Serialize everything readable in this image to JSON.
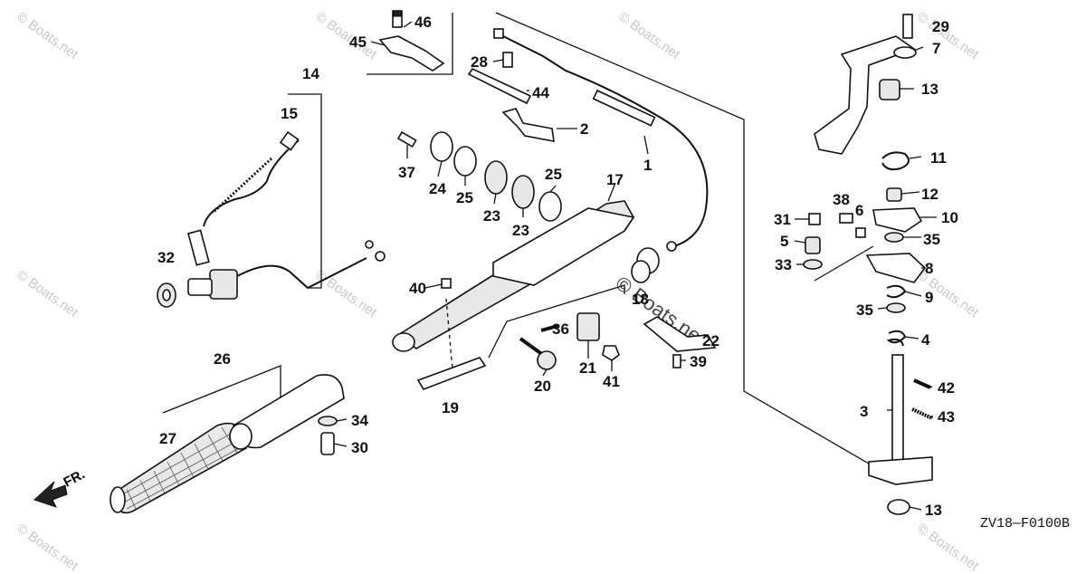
{
  "watermark": "© Boats.net",
  "drawing_code": "ZV18—F0100B",
  "front_label": "FR.",
  "callouts": {
    "p1": "1",
    "p2": "2",
    "p3": "3",
    "p4": "4",
    "p5": "5",
    "p6": "6",
    "p7": "7",
    "p8": "8",
    "p9": "9",
    "p10": "10",
    "p11": "11",
    "p12": "12",
    "p13a": "13",
    "p13b": "13",
    "p14": "14",
    "p15": "15",
    "p17": "17",
    "p18": "18",
    "p19": "19",
    "p20": "20",
    "p21": "21",
    "p22": "22",
    "p23a": "23",
    "p23b": "23",
    "p24": "24",
    "p25a": "25",
    "p25b": "25",
    "p26": "26",
    "p27": "27",
    "p28": "28",
    "p29": "29",
    "p30": "30",
    "p31": "31",
    "p32": "32",
    "p33": "33",
    "p34": "34",
    "p35a": "35",
    "p35b": "35",
    "p36": "36",
    "p37": "37",
    "p38": "38",
    "p39": "39",
    "p40": "40",
    "p41": "41",
    "p42": "42",
    "p43": "43",
    "p44": "44",
    "p45": "45",
    "p46": "46"
  }
}
